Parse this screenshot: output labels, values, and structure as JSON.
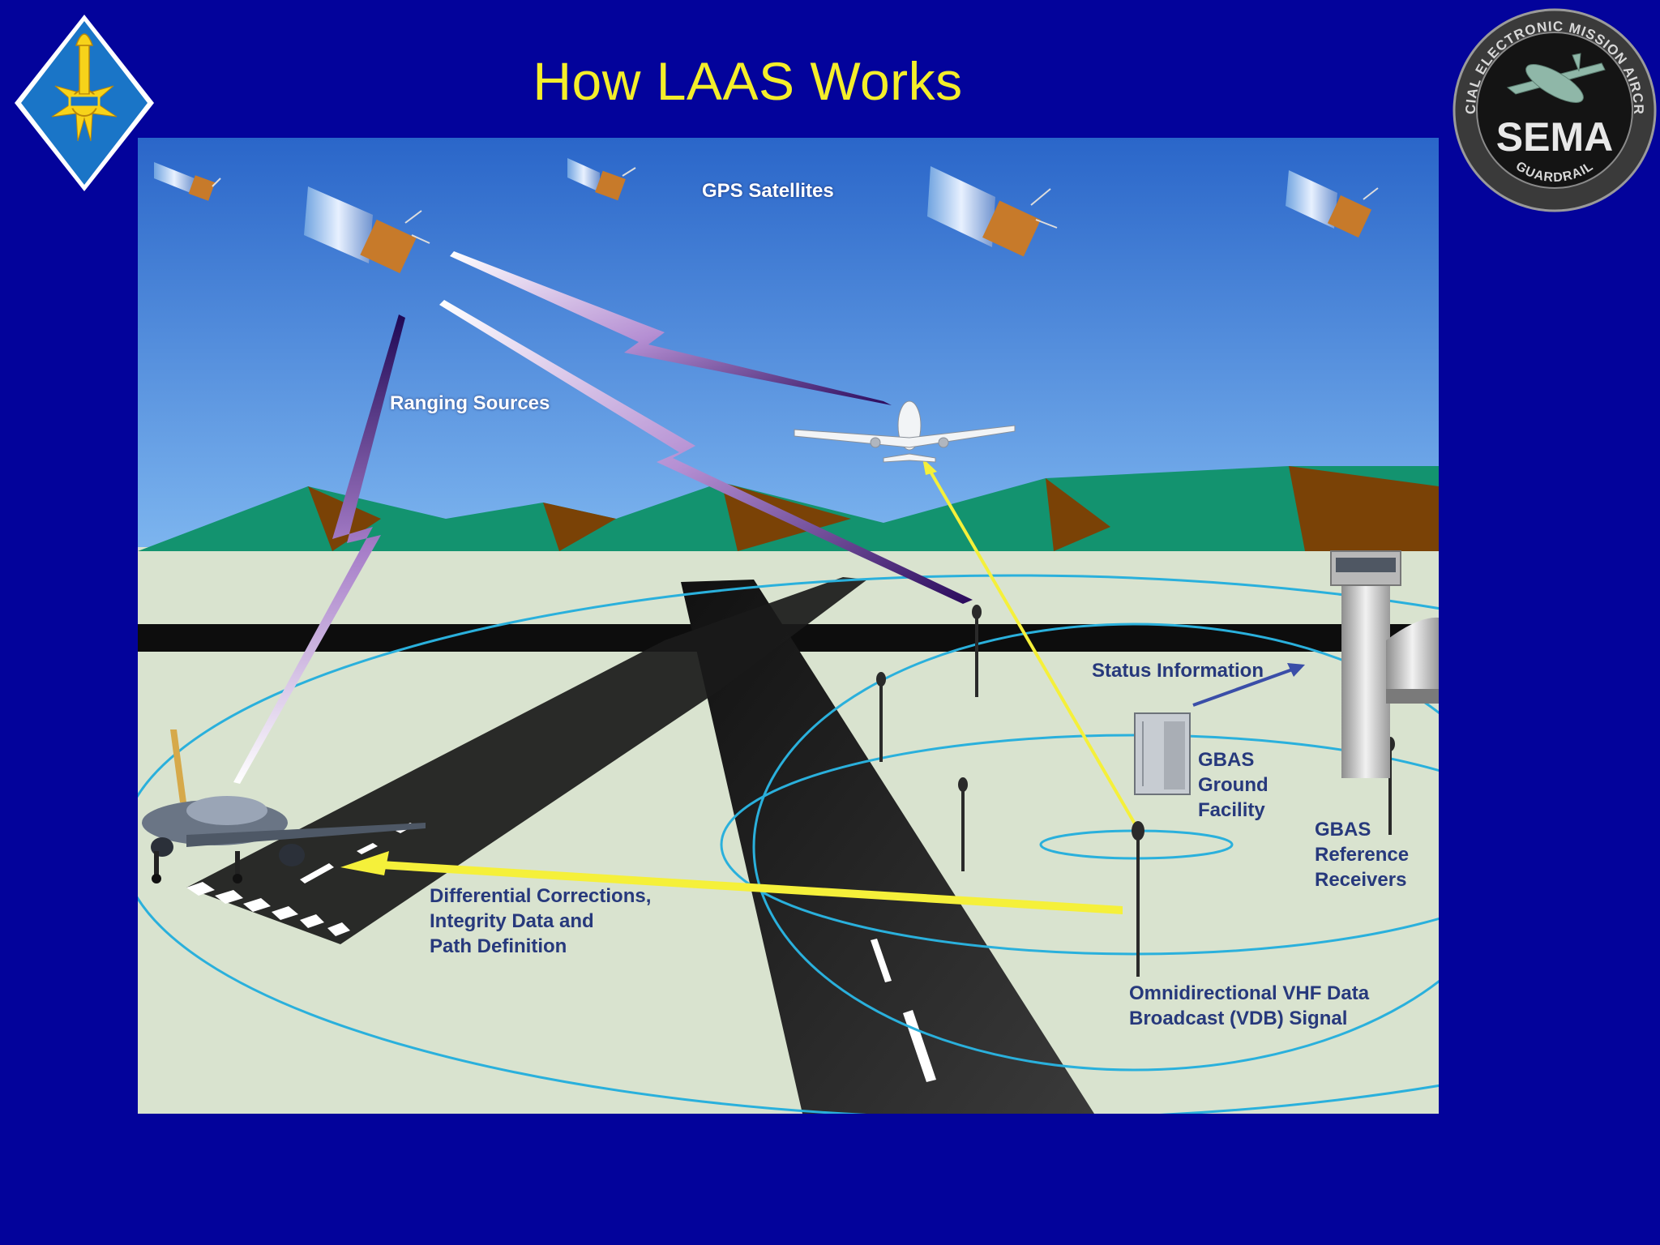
{
  "slide": {
    "title": "How LAAS Works"
  },
  "logos": {
    "right_ring_text_top": "SPECIAL ELECTRONIC MISSION AIRCRAFT",
    "right_ring_text_bottom": "GUARDRAIL",
    "right_center_text": "SEMA"
  },
  "diagram": {
    "labels": {
      "gps_satellites": "GPS Satellites",
      "ranging_sources": "Ranging Sources",
      "status_information": "Status Information",
      "gbas_ground_facility": "GBAS\nGround\nFacility",
      "gbas_reference_receivers": "GBAS\nReference\nReceivers",
      "differential_corrections": "Differential Corrections,\nIntegrity Data and\nPath Definition",
      "omnidirectional_vdb": "Omnidirectional VHF Data\nBroadcast (VDB) Signal"
    }
  },
  "colors": {
    "background": "#03039b",
    "title": "#f4ee2a",
    "sky_top": "#2a66c9",
    "sky_bottom": "#7fb7f0",
    "ground": "#d9e3cf",
    "mountain_green": "#13936f",
    "mountain_brown": "#7a4206",
    "signal_yellow": "#f5f03a",
    "broadcast_ring": "#2ab0dc",
    "label_navy": "#27397c"
  }
}
